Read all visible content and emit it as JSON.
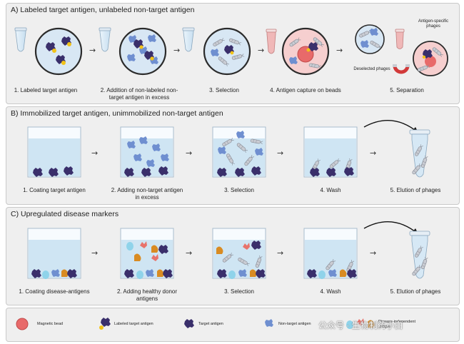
{
  "panels": [
    {
      "title": "A) Labeled target antigen, unlabeled non-target antigen",
      "steps": [
        "1. Labeled target antigen",
        "2. Addition of non-labeled non-target antigen in excess",
        "3. Selection",
        "4. Antigen capture on beads",
        "5. Separation"
      ],
      "annotations": [
        "Antigen-specific phages",
        "Deselected phages"
      ]
    },
    {
      "title": "B) Immobilized target antigen, unimmobilized non-target antigen",
      "steps": [
        "1. Coating target antigen",
        "2. Adding non-target antigen in excess",
        "3. Selection",
        "4. Wash",
        "5. Elution of phages"
      ]
    },
    {
      "title": "C) Upregulated disease markers",
      "steps": [
        "1. Coating disease-antigens",
        "2. Adding healthy donor antigens",
        "3. Selection",
        "4. Wash",
        "5. Elution of phages"
      ]
    }
  ],
  "legend": [
    {
      "label": "Magnetic bead",
      "icon": "magnetic-bead-icon"
    },
    {
      "label": "Labeled target antigen",
      "icon": "labeled-target-antigen-icon"
    },
    {
      "label": "Target antigen",
      "icon": "target-antigen-icon"
    },
    {
      "label": "Non-target antigen",
      "icon": "non-target-antigen-icon"
    },
    {
      "label": "Disease-independent antigen",
      "icon": "disease-independent-antigen-icon"
    }
  ],
  "watermark": "公众号 · 生物制药小白",
  "colors": {
    "target": "#3a2f6b",
    "non_target": "#6f8fd0",
    "label_dot": "#f2c318",
    "bead": "#e86a6a",
    "phage": "#b9bcc4",
    "liquid": "#cde4f3",
    "healthy_a": "#8fd3ea",
    "healthy_b": "#e8736b",
    "healthy_c": "#d98b22"
  }
}
